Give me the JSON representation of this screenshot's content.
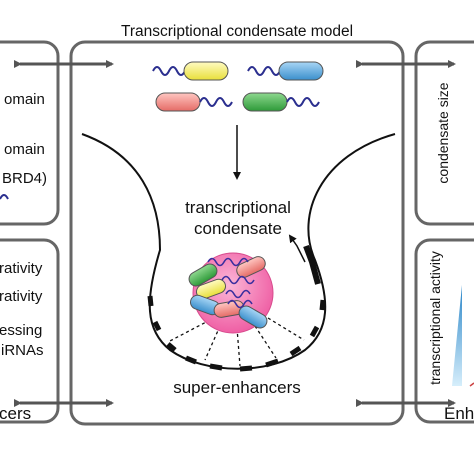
{
  "title": "Transcriptional condensate model",
  "center": {
    "line1": "transcriptional",
    "line2": "condensate",
    "bottom": "super-enhancers"
  },
  "left_top_panel": {
    "line1": "omain",
    "line2": "omain",
    "line3": "BRD4)"
  },
  "left_bottom_panel": {
    "line1": "rativity",
    "line2": "rativity",
    "line3": "essing",
    "line4": "iRNAs",
    "bottom": "cers"
  },
  "right_top_panel": {
    "axis": "condensate size"
  },
  "right_bottom_panel": {
    "axis": "transcriptional activity",
    "bottom": "Enh"
  },
  "colors": {
    "yellow": "#f4ee6a",
    "blue": "#5aa6d8",
    "red": "#ef8a84",
    "green": "#3fae49",
    "wave": "#2b2f8f",
    "condensate": "#f06fa8",
    "panel_border": "#666666"
  }
}
